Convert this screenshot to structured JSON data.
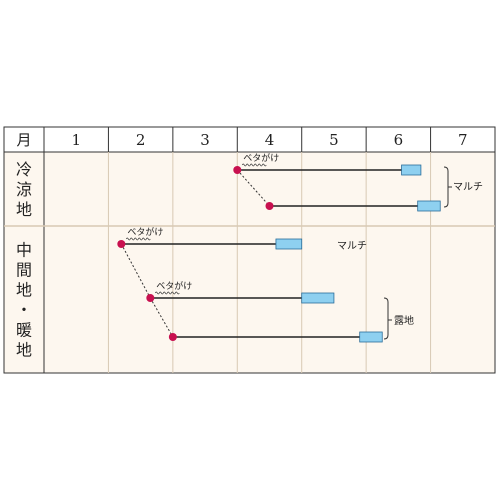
{
  "header": {
    "month_label": "月",
    "months": [
      "1",
      "2",
      "3",
      "4",
      "5",
      "6",
      "7"
    ]
  },
  "regions": [
    {
      "label": "冷涼地",
      "chars": [
        "冷",
        "涼",
        "地"
      ]
    },
    {
      "label": "中間地・暖地",
      "chars": [
        "中",
        "間",
        "地",
        "・",
        "暖",
        "地"
      ]
    }
  ],
  "schedule": [
    {
      "region": "冷涼地",
      "sow_month": 4.0,
      "end_month": 6.6,
      "harvest_start": 6.55,
      "harvest_end": 6.85,
      "note": "ベタがけ"
    },
    {
      "region": "冷涼地",
      "sow_month": 4.5,
      "end_month": 7.0,
      "harvest_start": 6.8,
      "harvest_end": 7.15
    },
    {
      "region": "中間地・暖地",
      "sow_month": 2.2,
      "end_month": 4.8,
      "harvest_start": 4.6,
      "harvest_end": 5.0,
      "note": "ベタがけ"
    },
    {
      "region": "中間地・暖地",
      "sow_month": 2.65,
      "end_month": 5.5,
      "harvest_start": 5.0,
      "harvest_end": 5.5,
      "note": "ベタがけ"
    },
    {
      "region": "中間地・暖地",
      "sow_month": 3.0,
      "end_month": 6.2,
      "harvest_start": 5.9,
      "harvest_end": 6.25
    }
  ],
  "cultivation_labels": {
    "mulch": "マルチ",
    "open_field": "露地"
  },
  "colors": {
    "grid": "#333333",
    "background": "#fdf7ef",
    "sow_dot": "#c8104f",
    "harvest": "#8ed0f0",
    "harvest_border": "#2a6d9a",
    "row_divider": "#d8c9b4"
  }
}
